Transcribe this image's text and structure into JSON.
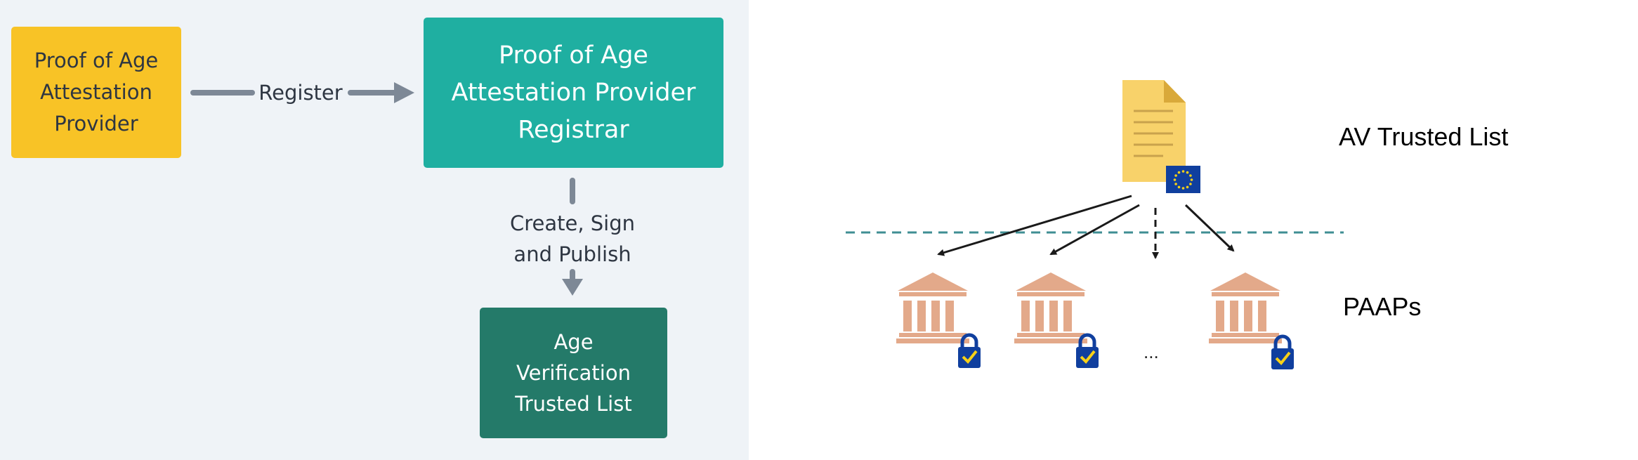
{
  "left_diagram": {
    "provider_box": "Proof of Age\nAttestation\nProvider",
    "registrar_box": "Proof of Age\nAttestation Provider\nRegistrar",
    "trusted_list_box": "Age\nVerification\nTrusted List",
    "register_label": "Register",
    "create_label": "Create, Sign\nand Publish"
  },
  "right_diagram": {
    "av_trusted_list_label": "AV Trusted List",
    "paaps_label": "PAAPs",
    "ellipsis": "...",
    "icons": [
      "document-icon",
      "eu-flag-icon",
      "institution-icon",
      "padlock-check-icon"
    ]
  },
  "colors": {
    "provider": "#f8c326",
    "registrar": "#1fafa1",
    "trusted_list": "#247a69",
    "arrow": "#7d8896",
    "institution": "#e3a98a",
    "dashed_line": "#3f8e93",
    "eu_blue": "#103f9e",
    "eu_star": "#f7d117"
  }
}
